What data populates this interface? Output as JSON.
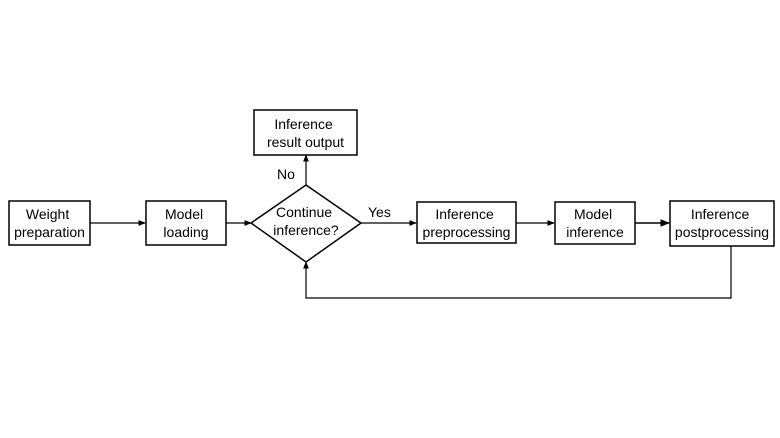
{
  "diagram": {
    "nodes": {
      "weight_preparation": [
        "Weight",
        "preparation"
      ],
      "model_loading": [
        "Model",
        "loading"
      ],
      "decision": [
        "Continue",
        "inference?"
      ],
      "inference_result_output": [
        "Inference",
        "result output"
      ],
      "inference_preprocessing": [
        "Inference",
        "preprocessing"
      ],
      "model_inference": [
        "Model",
        "inference"
      ],
      "inference_postprocessing": [
        "Inference",
        "postprocessing"
      ]
    },
    "edge_labels": {
      "no": "No",
      "yes": "Yes"
    }
  }
}
